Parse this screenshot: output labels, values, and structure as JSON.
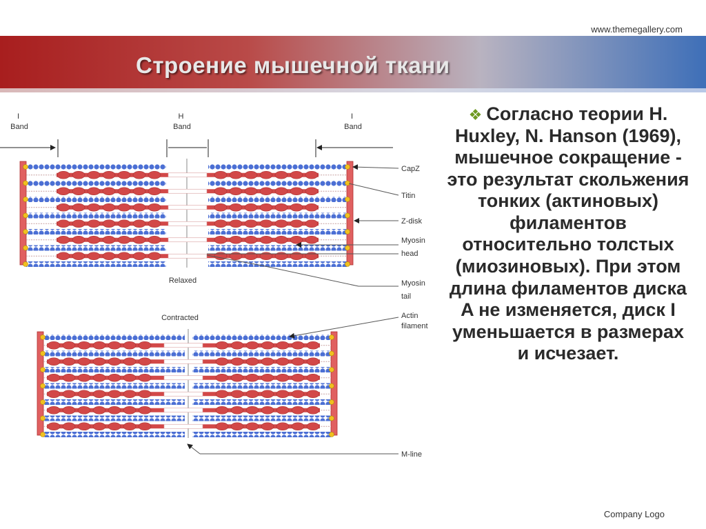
{
  "header": {
    "site_url": "www.themegallery.com",
    "title": "Строение мышечной ткани",
    "bar_colors": [
      "#a81e1e",
      "#b9b3c0",
      "#3e6fb8"
    ]
  },
  "diagram": {
    "top_labels": {
      "i_left": [
        "I",
        "Band"
      ],
      "h_band": [
        "H",
        "Band"
      ],
      "i_right": [
        "I",
        "Band"
      ]
    },
    "relaxed_label": "Relaxed",
    "contracted_label": "Contracted",
    "callouts": {
      "capz": "CapZ",
      "titin": "Titin",
      "zdisk": "Z-disk",
      "myosin_head": [
        "Myosin",
        "head"
      ],
      "myosin_tail": [
        "Myosin",
        "tail"
      ],
      "actin": [
        "Actin",
        "filament"
      ],
      "mline": "M-line"
    },
    "colors": {
      "actin": "#4b6fd4",
      "myosin": "#d24848",
      "zdisk": "#e06060",
      "capz": "#f0c020"
    }
  },
  "body": {
    "bullet_icon": "diamond-cluster-icon",
    "text": "Согласно теории H. Huxley, N. Hanson (1969), мышечное сокращение - это результат скольжения тонких (актиновых) филаментов относительно толстых (миозиновых). При этом длина филаментов диска A не изменяется, диск I уменьшается в размерах и исчезает."
  },
  "footer": {
    "company_logo": "Company Logo"
  }
}
